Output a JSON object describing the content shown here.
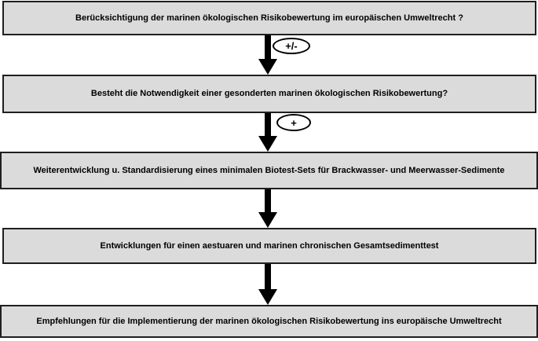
{
  "diagram": {
    "type": "flowchart",
    "language": "de",
    "colors": {
      "background": "#ffffff",
      "box_fill": "#dbdbdb",
      "box_border": "#1f1f1f",
      "arrow": "#000000",
      "oval_fill": "#ffffff",
      "text": "#000000"
    },
    "boxes": [
      {
        "label": "Berücksichtigung der marinen ökologischen Risikobewertung im europäischen Umweltrecht ?"
      },
      {
        "label": "Besteht die Notwendigkeit einer gesonderten marinen ökologischen Risikobewertung?"
      },
      {
        "label": "Weiterentwicklung u. Standardisierung eines minimalen Biotest-Sets für Brackwasser- und Meerwasser-Sedimente"
      },
      {
        "label": "Entwicklungen für einen aestuaren und marinen chronischen Gesamtsedimenttest"
      },
      {
        "label": "Empfehlungen für die Implementierung der marinen ökologischen Risikobewertung ins europäische Umweltrecht"
      }
    ],
    "connectors": [
      {
        "from": 1,
        "to": 2,
        "has_label": true,
        "label": "+/-"
      },
      {
        "from": 2,
        "to": 3,
        "has_label": true,
        "label": "+"
      },
      {
        "from": 3,
        "to": 4,
        "has_label": false,
        "label": ""
      },
      {
        "from": 4,
        "to": 5,
        "has_label": false,
        "label": ""
      }
    ]
  }
}
